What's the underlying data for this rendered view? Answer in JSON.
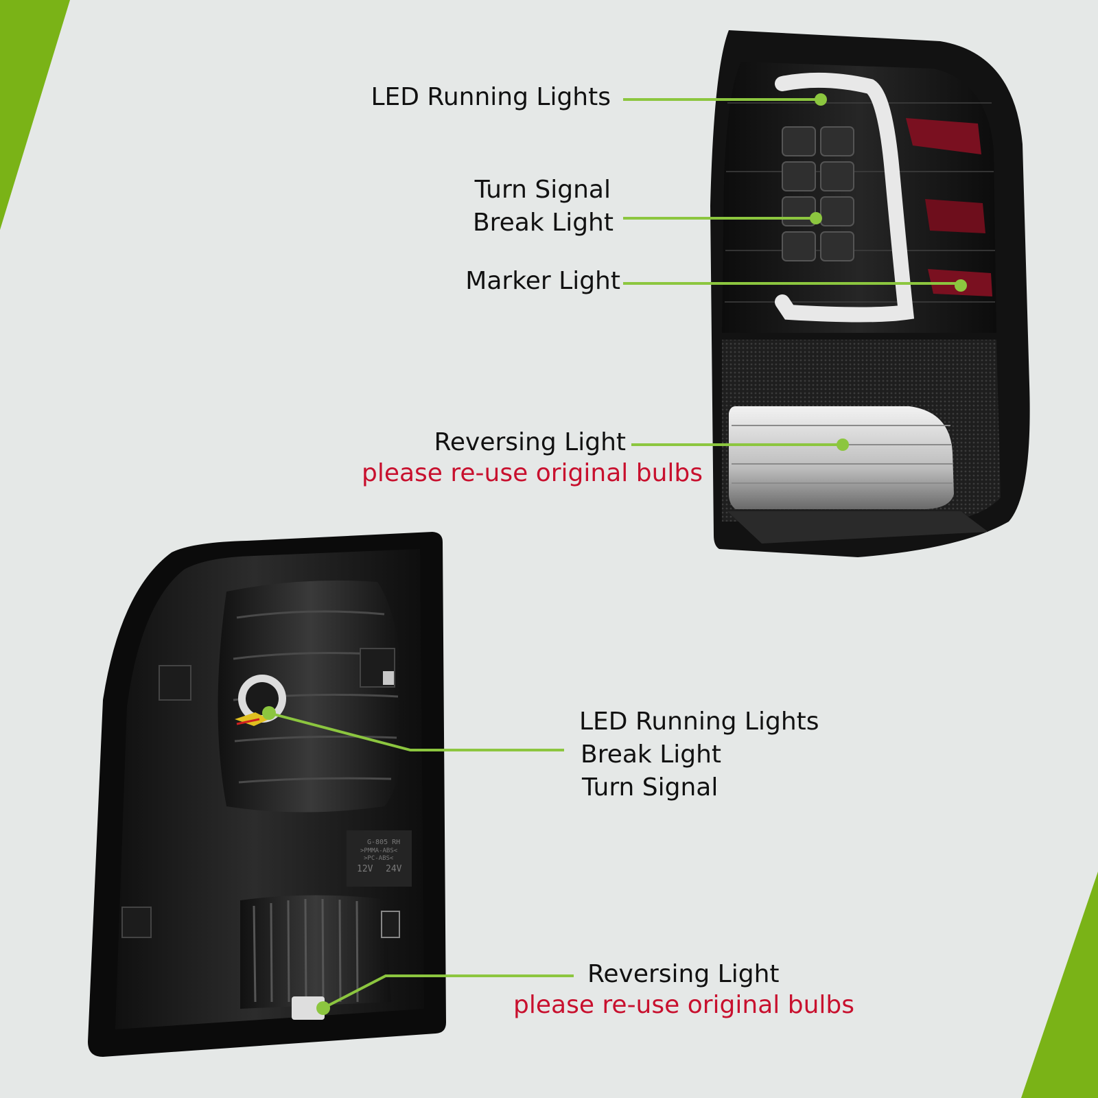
{
  "colors": {
    "background": "#e5e8e7",
    "accent_green": "#7ab317",
    "leader_green": "#8cc63f",
    "note_red": "#c8102e",
    "housing_black": "#141414"
  },
  "front_view": {
    "callouts": [
      {
        "lines": [
          "LED Running Lights"
        ]
      },
      {
        "lines": [
          "Turn Signal",
          "Break Light"
        ]
      },
      {
        "lines": [
          "Marker Light"
        ]
      },
      {
        "lines": [
          "Reversing Light"
        ],
        "note": "please re-use original bulbs"
      }
    ]
  },
  "back_view": {
    "callouts": [
      {
        "lines": [
          "LED Running Lights",
          "Break Light",
          "Turn Signal"
        ]
      },
      {
        "lines": [
          "Reversing Light"
        ],
        "note": "please re-use original bulbs"
      }
    ],
    "housing_marks": {
      "part": "G-805 RH",
      "material_1": ">PMMA-ABS<",
      "material_2": ">PC-ABS<",
      "voltage_1": "12V",
      "voltage_2": "24V"
    }
  }
}
